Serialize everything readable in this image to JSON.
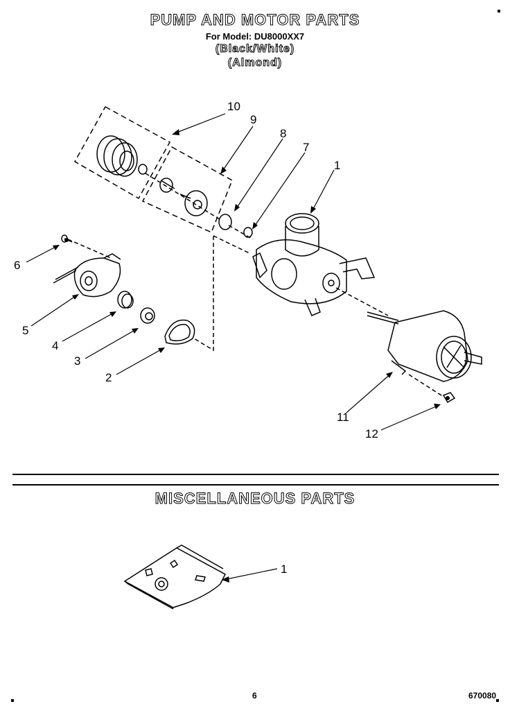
{
  "header": {
    "title": "PUMP AND MOTOR PARTS",
    "model": "For Model: DU8000XX7",
    "color1": "(Black/White)",
    "color2": "(Almond)"
  },
  "callouts": [
    "1",
    "2",
    "3",
    "4",
    "5",
    "6",
    "7",
    "8",
    "9",
    "10",
    "11",
    "12"
  ],
  "misc": {
    "title": "MISCELLANEOUS PARTS",
    "callout": "1"
  },
  "footer": {
    "page": "6",
    "code": "670080"
  }
}
